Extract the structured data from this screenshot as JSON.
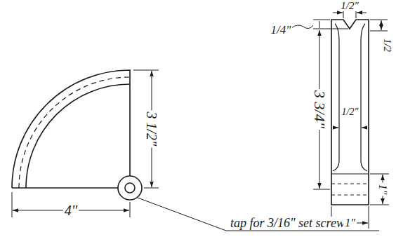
{
  "diagram": {
    "labels": [
      "3 1/2\"",
      "4\"",
      "tap for 3/16\" set screw",
      "1/4\"",
      "1/2\"",
      "1/2",
      "3 3/4\"",
      "1/2\"",
      "1\"",
      "1\""
    ]
  }
}
